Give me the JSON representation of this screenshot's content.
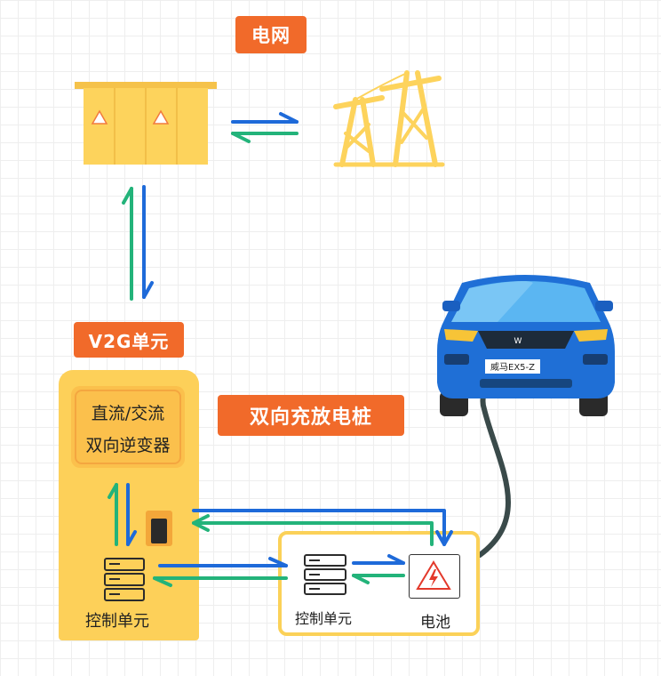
{
  "labels": {
    "grid": "电网",
    "v2g_unit": "V2G单元",
    "bidirectional_pile": "双向充放电桩"
  },
  "pile": {
    "inverter_line1": "直流/交流",
    "inverter_line2": "双向逆变器",
    "control_unit": "控制单元"
  },
  "vehicle": {
    "plate": "威马EX5-Z",
    "control_unit": "控制单元",
    "battery": "电池"
  },
  "colors": {
    "label_bg": "#f16a2a",
    "arrow_blue": "#1e6ad9",
    "arrow_green": "#23b37a",
    "yellow": "#fdd059",
    "car_blue": "#1f6fd6"
  }
}
